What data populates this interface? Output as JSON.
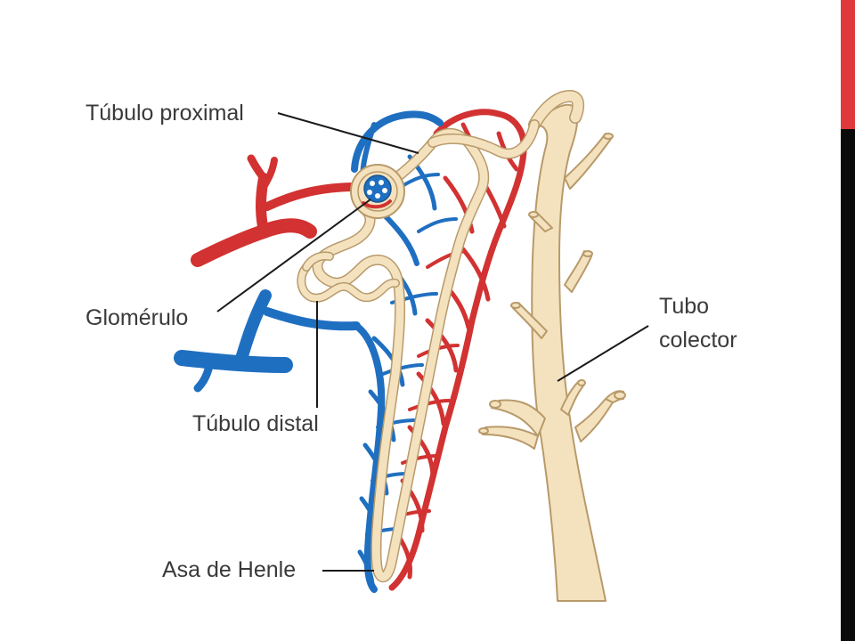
{
  "labels": {
    "tubulo_proximal": "Túbulo proximal",
    "glomerulo": "Glomérulo",
    "tubulo_distal": "Túbulo distal",
    "asa_de_henle": "Asa de Henle",
    "tubo_collector_line1": "Tubo",
    "tubo_collector_line2": "colector"
  },
  "colors": {
    "artery": "#d23232",
    "vein": "#1f6fc1",
    "tubule": "#f4e2bf",
    "tubule_outline": "#b89a6a",
    "accent_bar": "#e0393b",
    "edge_bar": "#0a0a0a"
  }
}
